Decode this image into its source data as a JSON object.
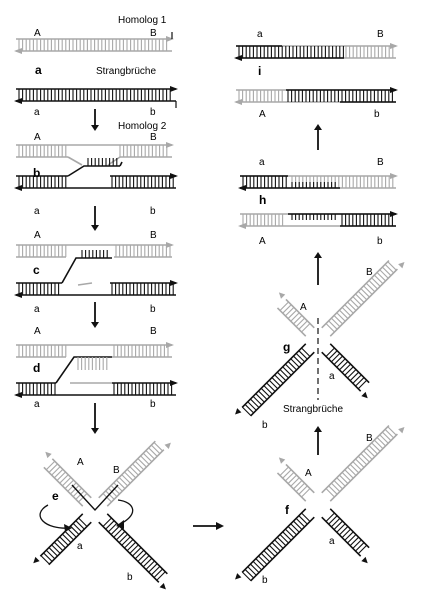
{
  "labels": {
    "homolog1": "Homolog 1",
    "homolog2": "Homolog 2",
    "strand_breaks": "Strangbrüche",
    "strand_breaks_g": "Strangbrüche",
    "A": "A",
    "B": "B",
    "a": "a",
    "b": "b",
    "step_a": "a",
    "step_b": "b",
    "step_c": "c",
    "step_d": "d",
    "step_e": "e",
    "step_f": "f",
    "step_g": "g",
    "step_h": "h",
    "step_i": "i"
  },
  "colors": {
    "gray": "#a8a8a8",
    "black": "#111111"
  }
}
